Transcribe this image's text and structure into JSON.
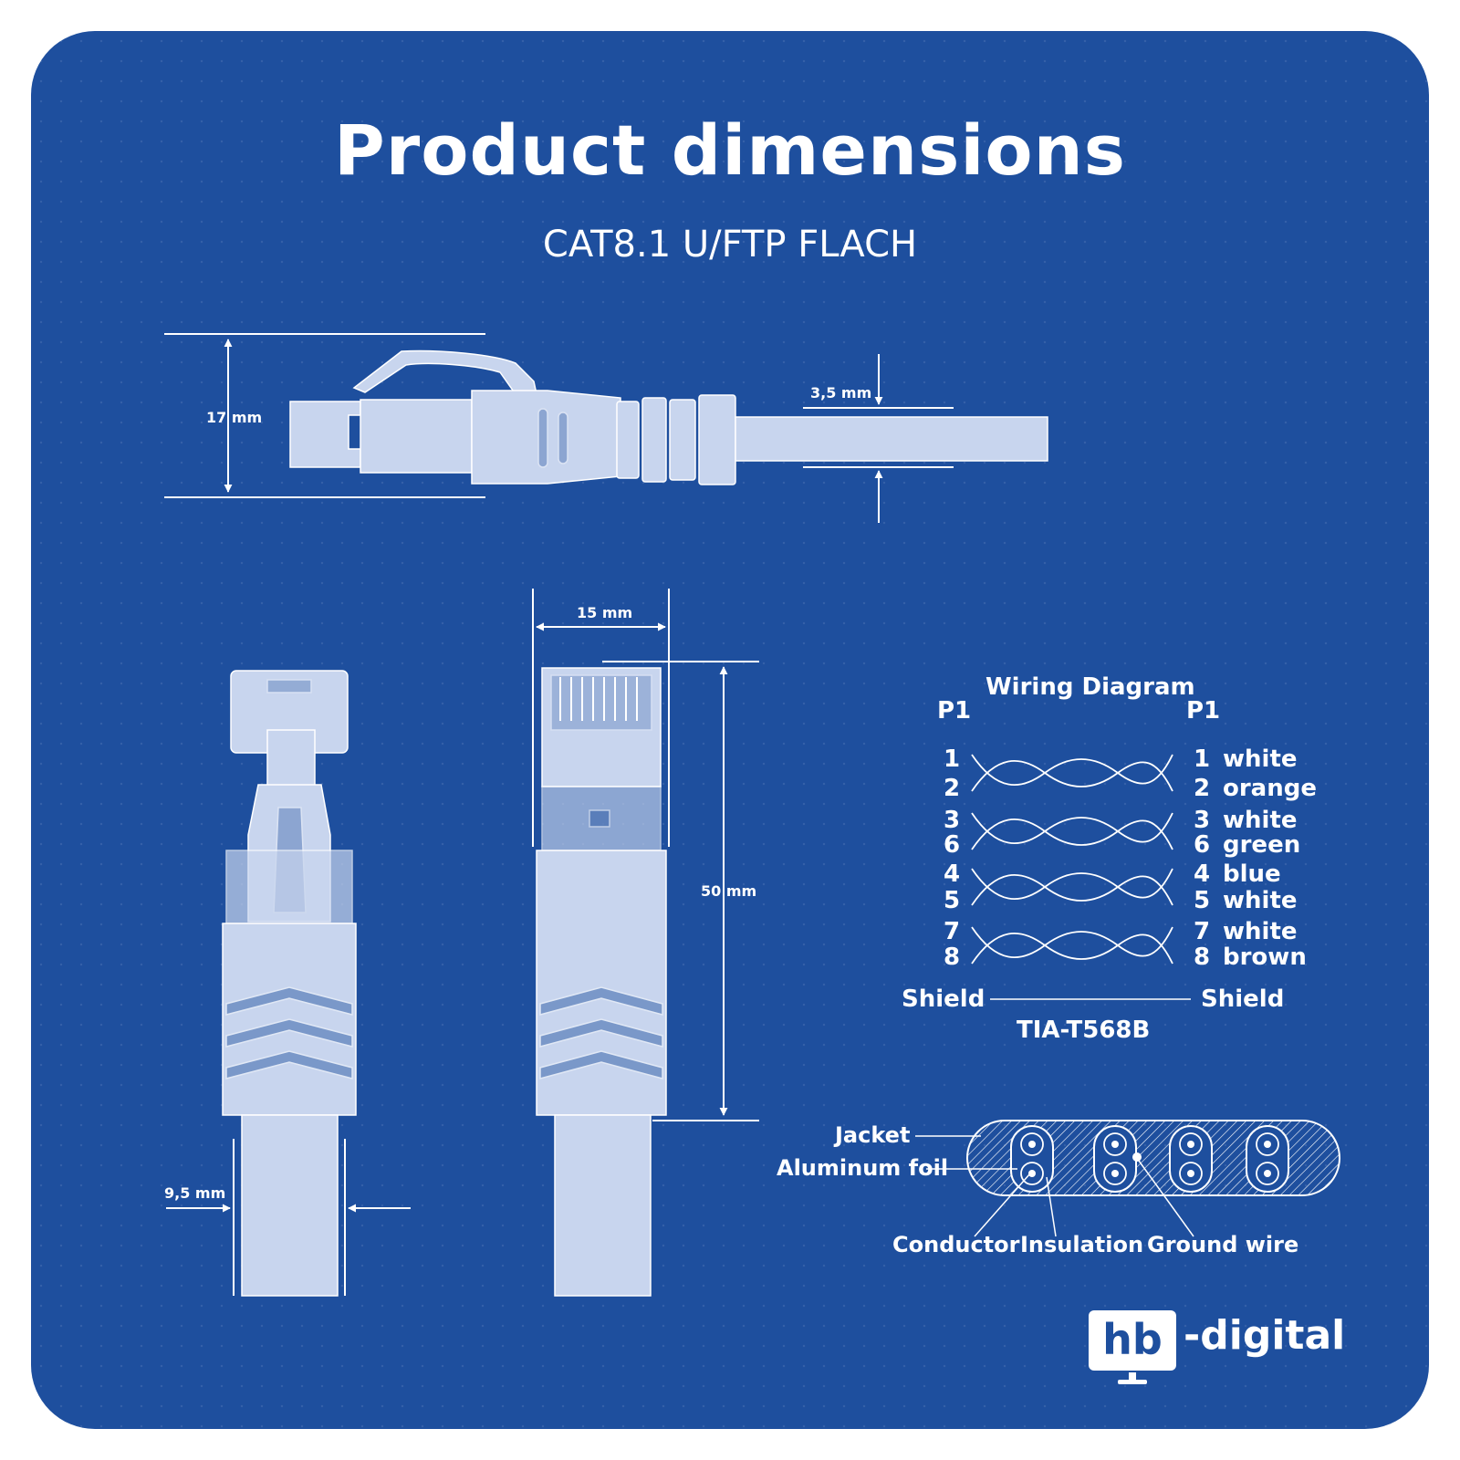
{
  "header": {
    "title": "Product dimensions",
    "subtitle": "CAT8.1 U/FTP FLACH"
  },
  "dimensions": {
    "height": "17 mm",
    "cable_thickness": "3,5 mm",
    "width": "15 mm",
    "length": "50 mm",
    "cable_width": "9,5 mm"
  },
  "wiring": {
    "title": "Wiring Diagram",
    "left_header": "P1",
    "right_header": "P1",
    "pairs": [
      {
        "pins": [
          "1",
          "2"
        ],
        "colors": [
          "white",
          "orange"
        ]
      },
      {
        "pins": [
          "3",
          "6"
        ],
        "colors": [
          "white",
          "green"
        ]
      },
      {
        "pins": [
          "4",
          "5"
        ],
        "colors": [
          "blue",
          "white"
        ]
      },
      {
        "pins": [
          "7",
          "8"
        ],
        "colors": [
          "white",
          "brown"
        ]
      }
    ],
    "shield_left": "Shield",
    "shield_right": "Shield",
    "standard": "TIA-T568B"
  },
  "cross_section": {
    "jacket": "Jacket",
    "foil": "Aluminum foil",
    "conductor": "Conductor",
    "insulation": "Insulation",
    "ground": "Ground wire"
  },
  "logo": {
    "box_text": "hb",
    "text": "-digital"
  },
  "colors": {
    "background": "#1e4f9e",
    "part": "#c8d5ee",
    "line": "#ffffff"
  }
}
